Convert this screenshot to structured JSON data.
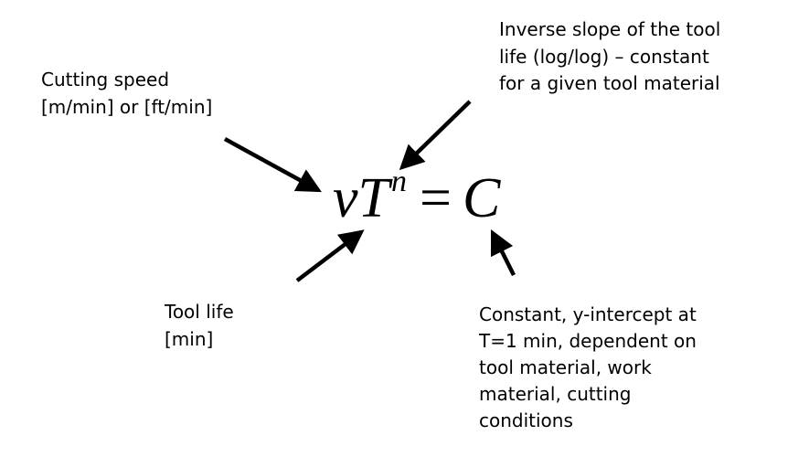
{
  "equation": {
    "v": "v",
    "T": "T",
    "n": "n",
    "equals": "=",
    "C": "C"
  },
  "labels": {
    "cutting_speed": [
      "Cutting speed",
      "[m/min] or [ft/min]"
    ],
    "inverse_slope": [
      "Inverse slope of the tool",
      "life (log/log) – constant",
      "for a given tool material"
    ],
    "tool_life": [
      "Tool life",
      "[min]"
    ],
    "constant": [
      "Constant, y-intercept at",
      "T=1 min, dependent on",
      "tool material, work",
      "material, cutting",
      "conditions"
    ]
  }
}
